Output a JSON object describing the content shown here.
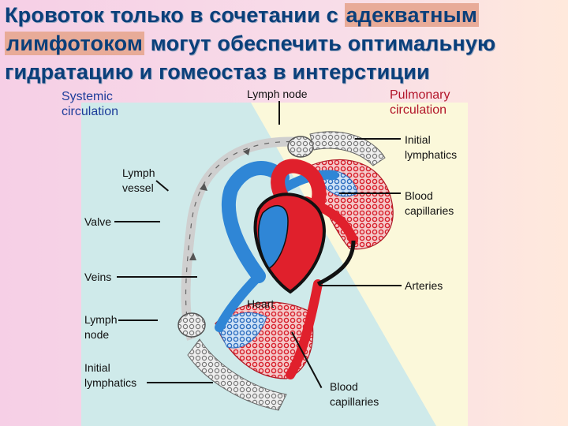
{
  "title": {
    "line1": [
      "Кровоток только в сочетании с ",
      "адекватным"
    ],
    "line2": [
      "лимфотоком",
      " могут обеспечить оптимальную"
    ],
    "line3": "гидратацию и гомеостаз в интерстиции"
  },
  "labels": {
    "systemic": "Systemic circulation",
    "lymph_node_top": "Lymph node",
    "pulmonary": "Pulmonary circulation",
    "initial_lymphatics_right": "Initial lymphatics",
    "lymph_vessel": "Lymph vessel",
    "blood_capillaries_right": "Blood capillaries",
    "valve": "Valve",
    "veins": "Veins",
    "arteries": "Arteries",
    "heart": "Heart",
    "lymph_node_left": "Lymph node",
    "initial_lymphatics_left": "Initial lymphatics",
    "blood_capillaries_bottom": "Blood capillaries"
  },
  "colors": {
    "title_text": "#0a3f7a",
    "title_highlight": "#e8ab98",
    "systemic_bg": "#cfeaea",
    "pulmonary_bg": "#fbf8da",
    "vein_blue": "#2f86d6",
    "artery_red": "#e0202c",
    "lymph_gray": "#cfcfcf"
  }
}
